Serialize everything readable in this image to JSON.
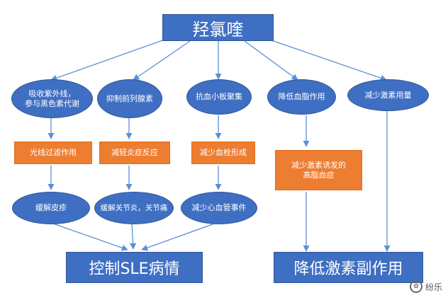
{
  "title": "羟氯喹",
  "mechanisms": [
    "吸收紫外线，\n参与黑色素代谢",
    "抑制前列腺素",
    "抗血小板聚集",
    "降低血脂作用",
    "减少激素用量"
  ],
  "effects": [
    "光线过滤作用",
    "减轻炎症反应",
    "减少血栓形成",
    "减少激素诱发的\n高脂血症"
  ],
  "outcomes": [
    "缓解皮疹",
    "缓解关节炎，关节痛",
    "减少心血管事件"
  ],
  "results": {
    "left": "控制SLE病情",
    "right": "降低激素副作用"
  },
  "watermark": {
    "text": "纷乐",
    "logo_icon": "wechat-logo-icon"
  },
  "colors": {
    "blue": "#3f6fc3",
    "orange": "#ed7d31",
    "arrow": "#5b8fd8"
  }
}
